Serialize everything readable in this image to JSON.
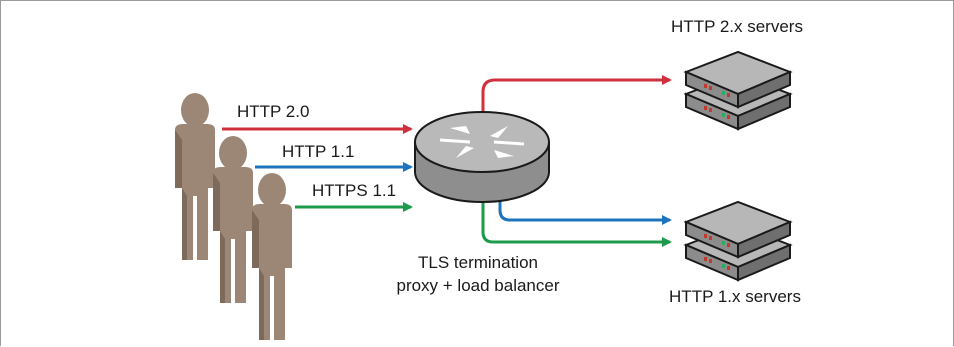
{
  "diagram": {
    "protocols": {
      "http2": "HTTP 2.0",
      "http11": "HTTP 1.1",
      "https11": "HTTPS 1.1"
    },
    "proxy_caption": {
      "line1": "TLS termination",
      "line2": "proxy + load balancer"
    },
    "server_groups": {
      "top": "HTTP 2.x servers",
      "bottom": "HTTP 1.x servers"
    },
    "colors": {
      "http2": "#d0303c",
      "http11": "#1c74bc",
      "https11": "#1e9a4b",
      "person": "#9c8776",
      "person_shadow": "#7d6a5b",
      "router": "#a9a9a9",
      "server": "#8f8f8f"
    },
    "icons": [
      "person-icon",
      "router-icon",
      "server-icon"
    ]
  }
}
